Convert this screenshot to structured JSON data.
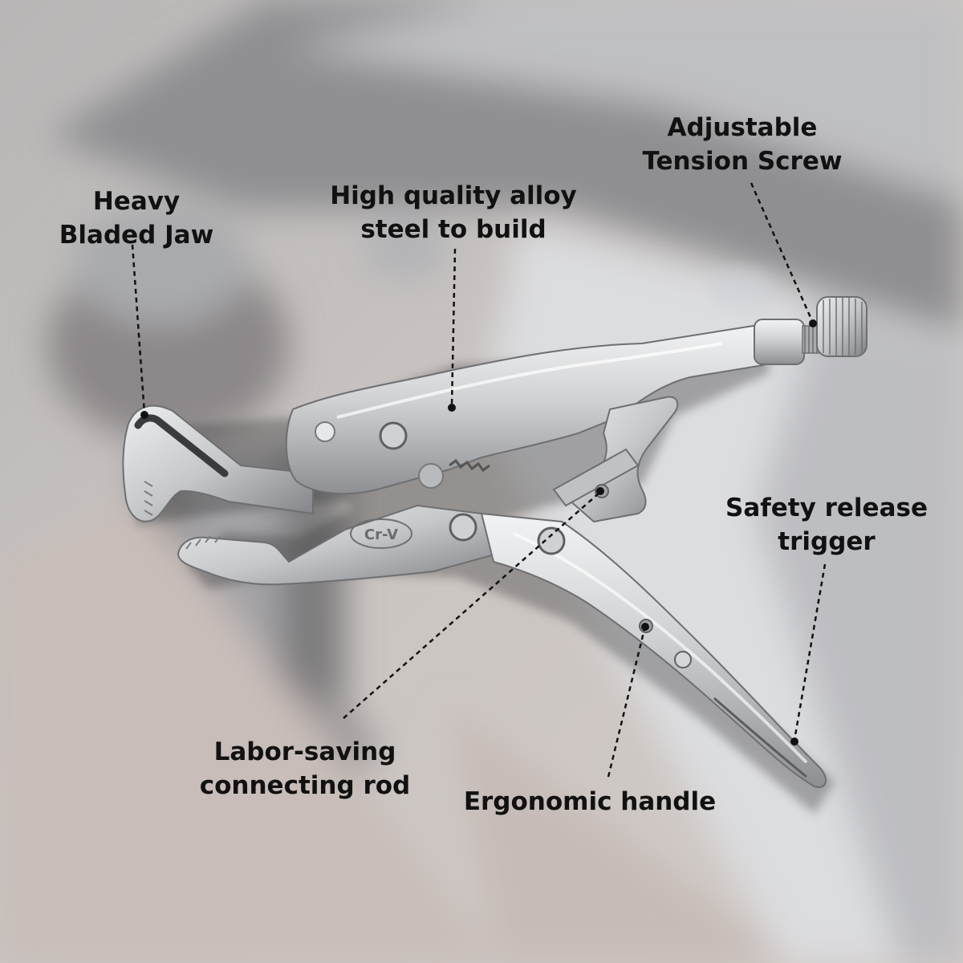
{
  "labels": {
    "jaw": {
      "line1": "Heavy",
      "line2": "Bladed Jaw"
    },
    "steel": {
      "line1": "High quality alloy",
      "line2": "steel to build"
    },
    "screw": {
      "line1": "Adjustable",
      "line2": "Tension Screw"
    },
    "trigger": {
      "line1": "Safety release",
      "line2": "trigger"
    },
    "rod": {
      "line1": "Labor-saving",
      "line2": "connecting rod"
    },
    "handle": {
      "line1": "Ergonomic handle"
    }
  },
  "stamp": "Cr-V",
  "colors": {
    "text": "#111111",
    "leader": "#111111",
    "background": "#c9c4c0",
    "metal": "#d8d9da"
  }
}
